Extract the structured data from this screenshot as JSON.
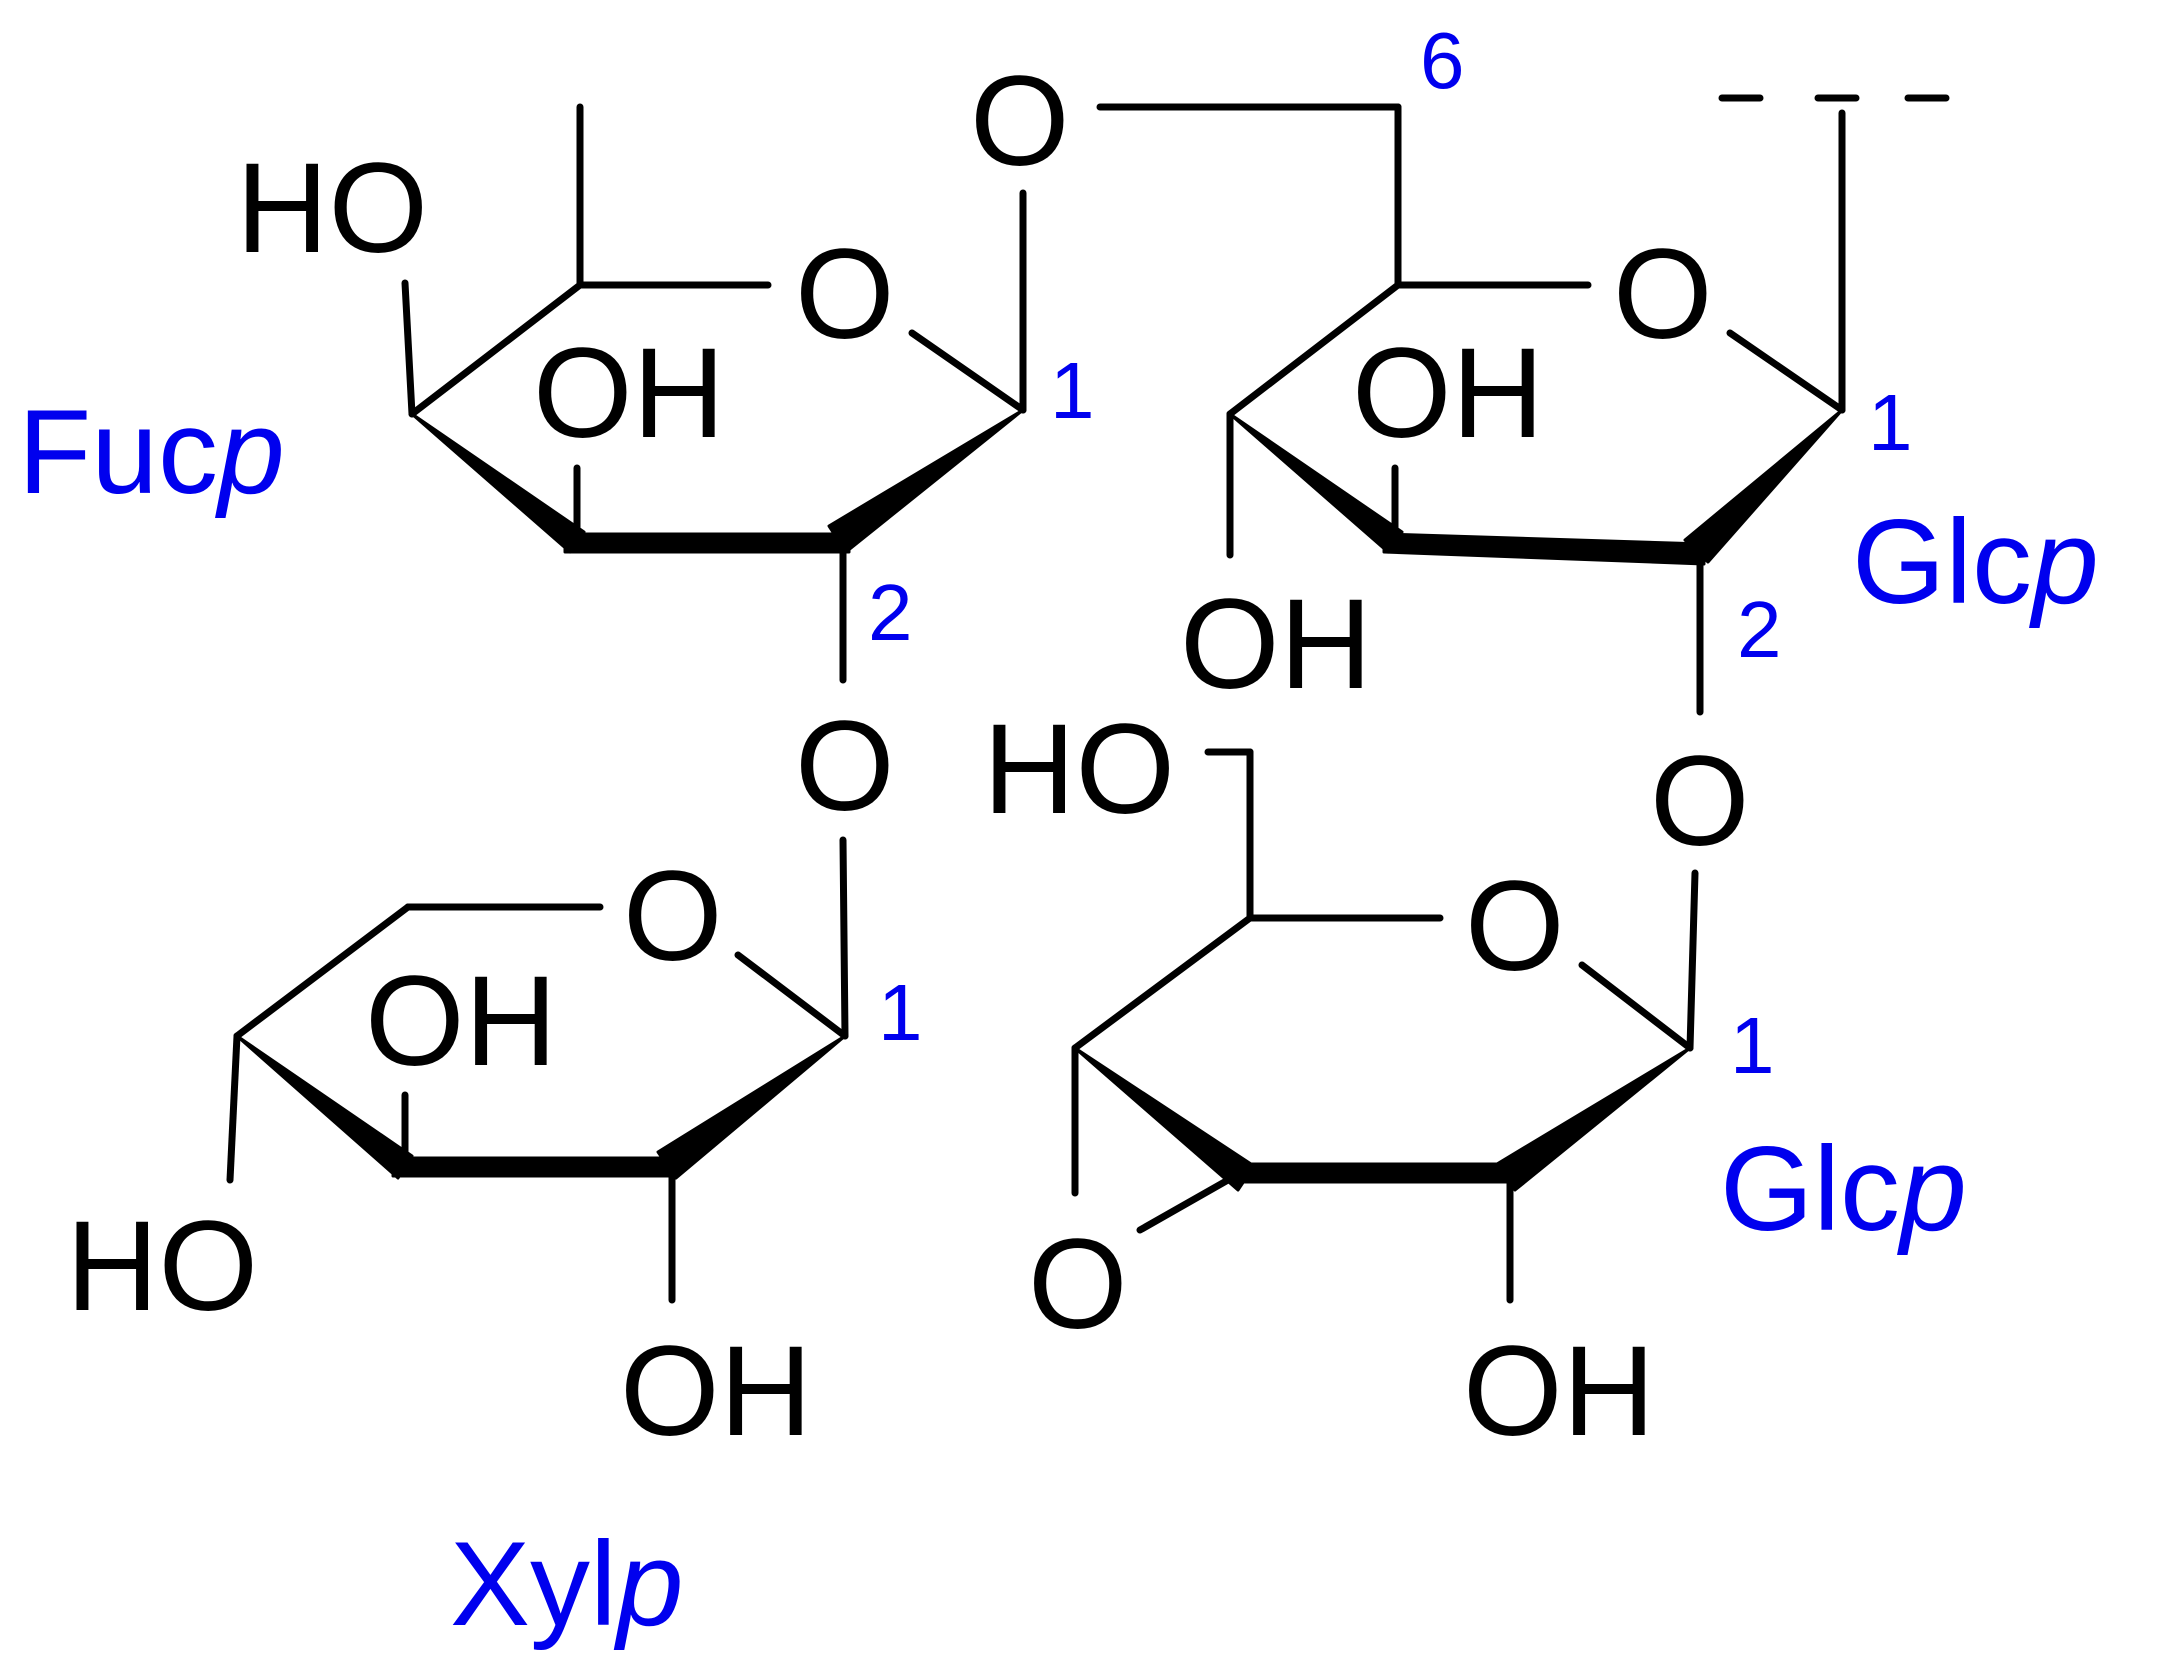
{
  "colors": {
    "bond": "#000000",
    "atom_label": "#000000",
    "annotation": "#0000ee"
  },
  "units": {
    "fuc": {
      "name": "Fuc",
      "suffix": "p"
    },
    "xyl": {
      "name": "Xyl",
      "suffix": "p"
    },
    "glc_top": {
      "name": "Glc",
      "suffix": "p"
    },
    "glc_bottom": {
      "name": "Glc",
      "suffix": "p"
    }
  },
  "positions": {
    "fuc_c1": "1",
    "fuc_c2": "2",
    "glc_top_c6": "6",
    "glc_top_c1": "1",
    "glc_top_c2": "2",
    "xyl_c1": "1",
    "glc_bottom_c1": "1"
  },
  "atoms": {
    "fuc_ring_o": "O",
    "fuc_c4_oh": "HO",
    "fuc_c3_oh": "OH",
    "link_o_c1_c6": "O",
    "link_o_fuc_xyl": "O",
    "glc_top_ring_o": "O",
    "glc_top_c3_oh": "OH",
    "glc_top_c4_oh": "OH",
    "link_o_glc_glc": "O",
    "xyl_ring_o": "O",
    "xyl_c3_oh": "OH",
    "xyl_c4_oh": "HO",
    "xyl_c2_oh": "OH",
    "glc_bottom_ring_o": "O",
    "glc_bottom_c6_oh": "HO",
    "glc_bottom_epoxide_o": "O",
    "glc_bottom_c2_oh": "OH"
  }
}
